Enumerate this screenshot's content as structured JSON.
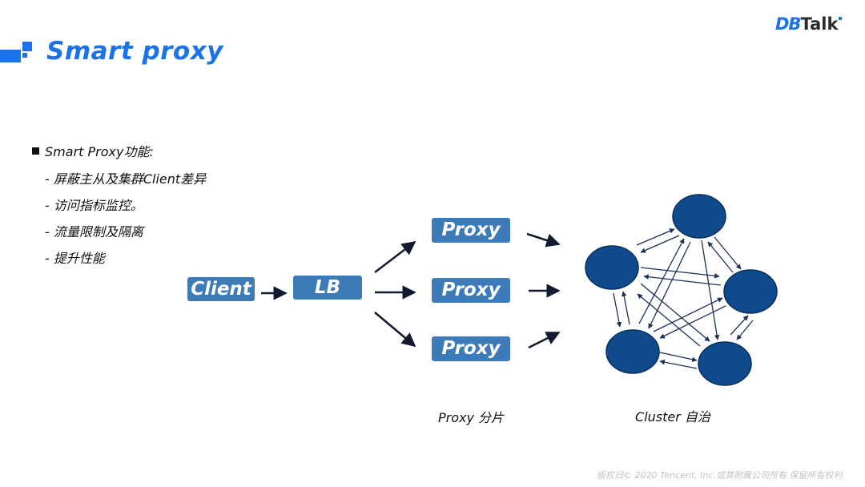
{
  "title": "Smart proxy",
  "logo": {
    "mark": "DB",
    "text": "Talk"
  },
  "features": {
    "heading": "Smart Proxy功能:",
    "items": [
      "- 屏蔽主从及集群Client差异",
      "- 访问指标监控。",
      "- 流量限制及隔离",
      "- 提升性能"
    ]
  },
  "diagram": {
    "client_label": "Client",
    "lb_label": "LB",
    "proxy_labels": [
      "Proxy",
      "Proxy",
      "Proxy"
    ],
    "proxy_caption": "Proxy 分片",
    "cluster_caption": "Cluster 自治",
    "colors": {
      "box": "#3d7ab8",
      "node": "#0e4a8c",
      "arrow": "#111a2e",
      "accent": "#1a73e8"
    }
  },
  "footer": {
    "copyright": "版权归© 2020 Tencent, Inc.或其附属公司所有  保留所有权利"
  }
}
